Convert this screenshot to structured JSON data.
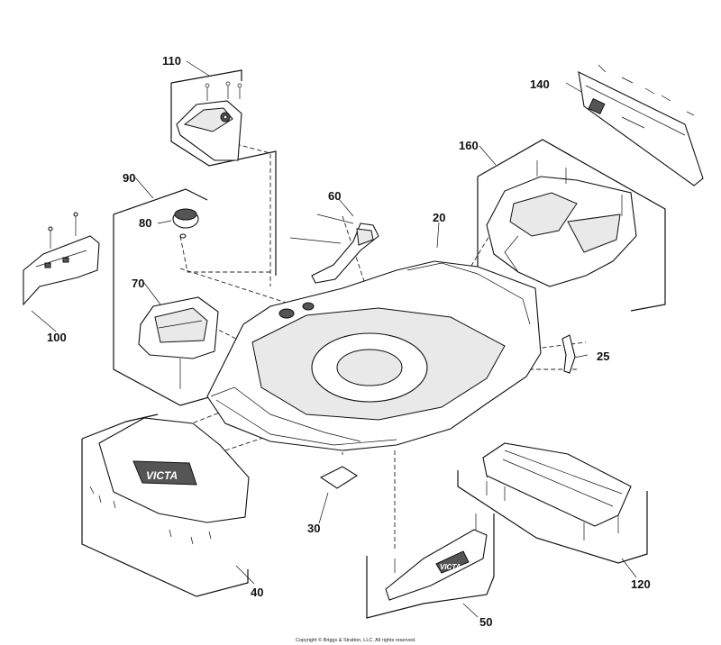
{
  "diagram": {
    "callouts": {
      "c110": "110",
      "c140": "140",
      "c90": "90",
      "c160": "160",
      "c60": "60",
      "c80": "80",
      "c20": "20",
      "c100": "100",
      "c70": "70",
      "c25": "25",
      "c30": "30",
      "c40": "40",
      "c50": "50",
      "c120": "120"
    },
    "logo_text": "VICTA",
    "copyright": "Copyright © Briggs & Stratton, LLC. All rights reserved."
  }
}
